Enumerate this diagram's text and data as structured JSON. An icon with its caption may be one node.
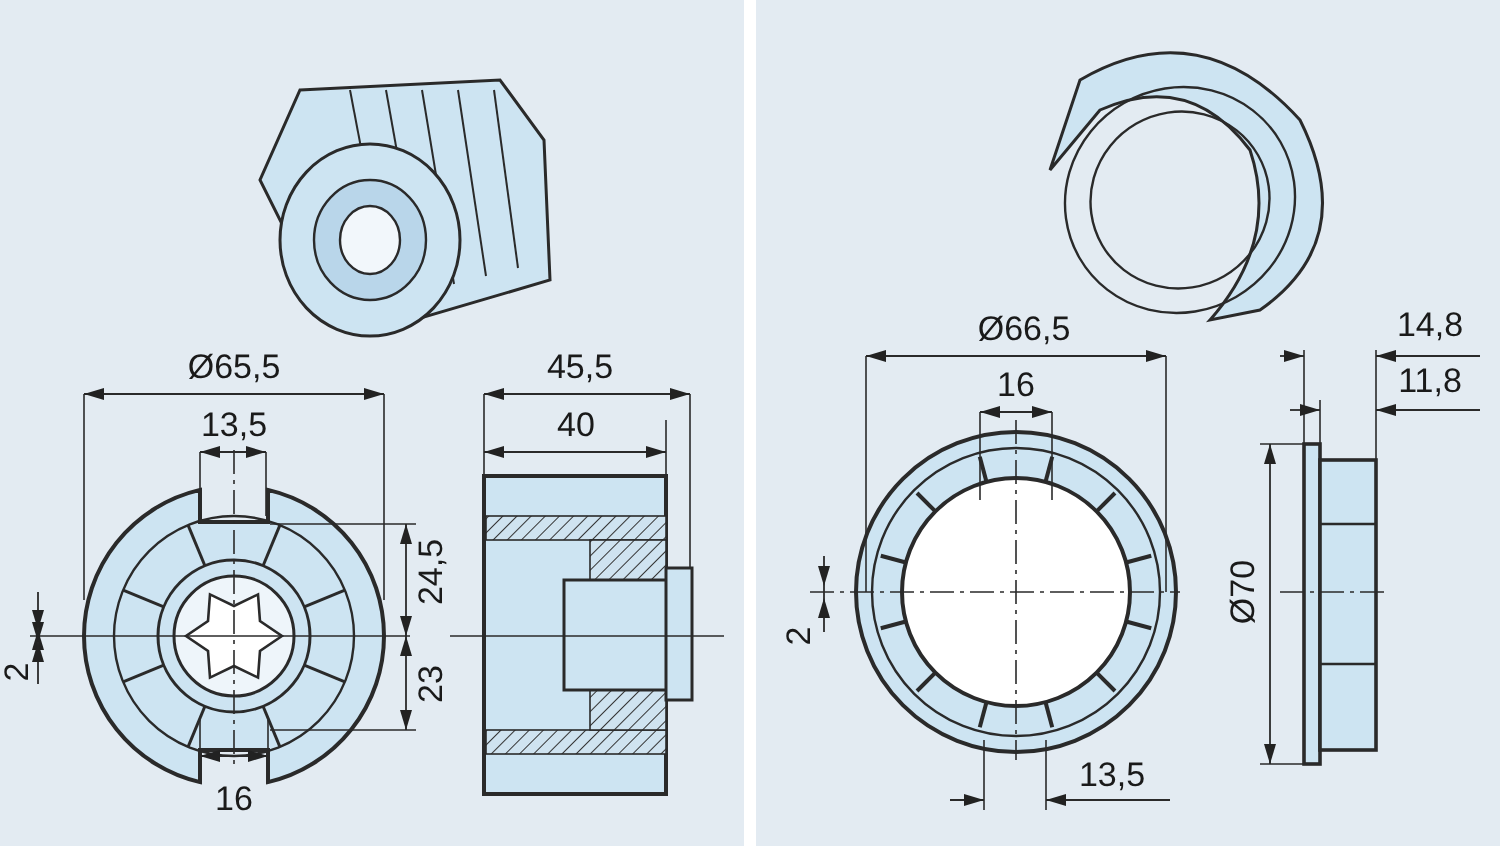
{
  "diagram": {
    "labels": [
      "Ø65,5",
      "45,5",
      "13,5",
      "40",
      "24,5",
      "2",
      "23",
      "16",
      "Ø66,5",
      "14,8",
      "16",
      "11,8",
      "2",
      "Ø70",
      "13,5"
    ]
  }
}
